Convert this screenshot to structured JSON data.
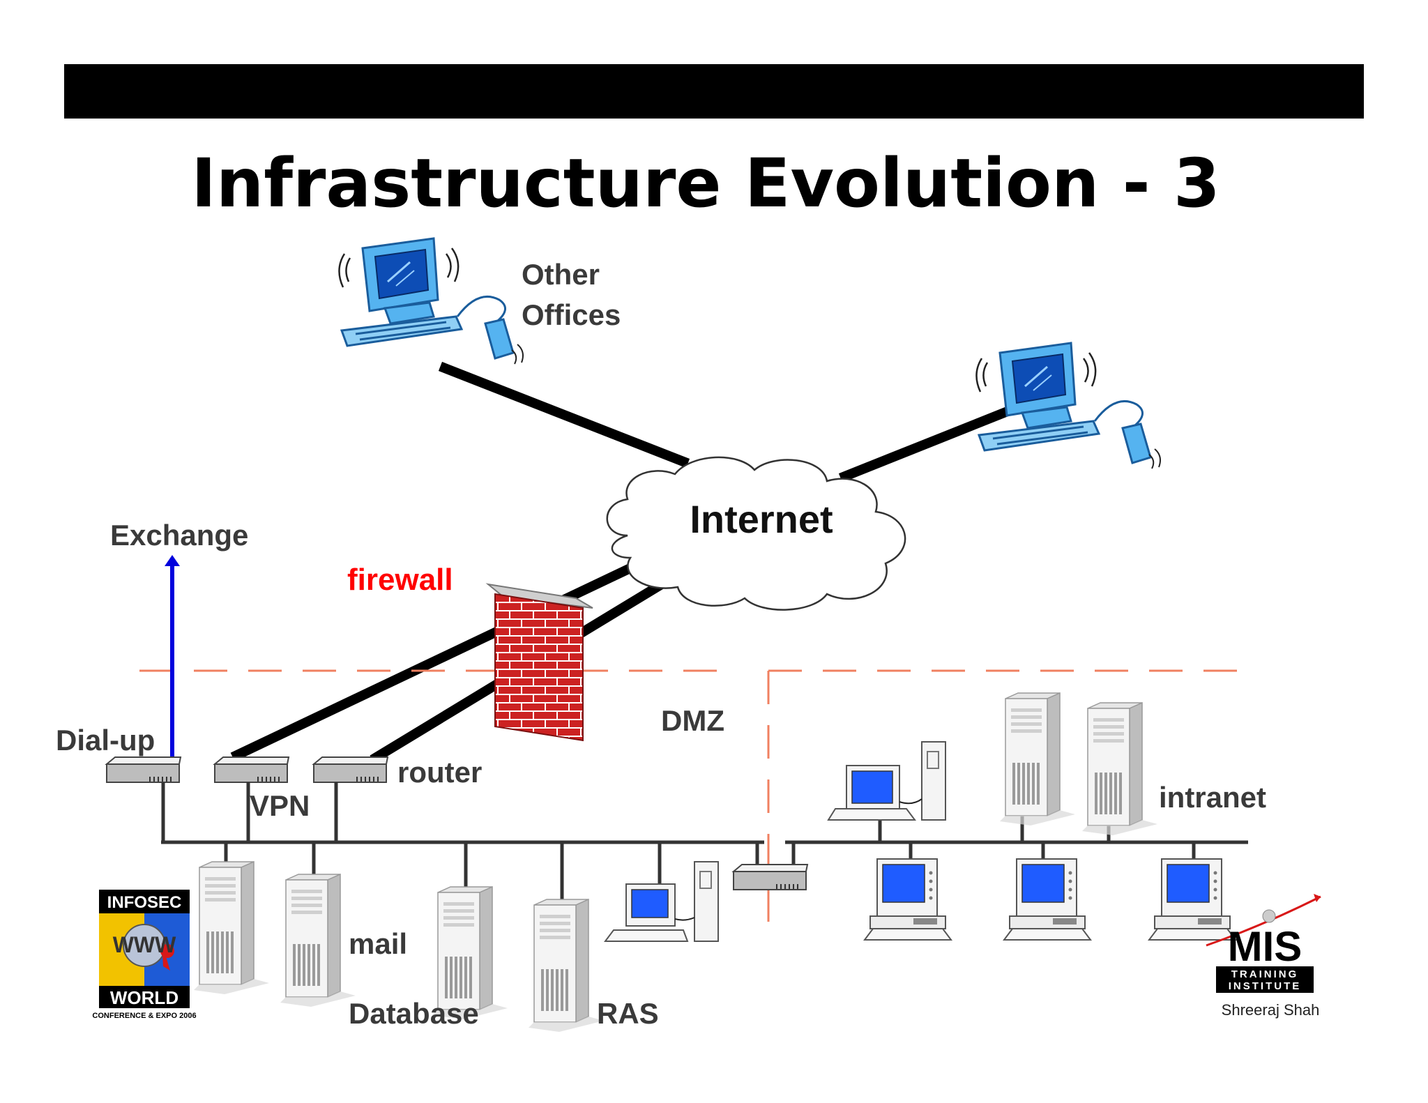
{
  "slide": {
    "title": "Infrastructure Evolution - 3"
  },
  "labels": {
    "other_offices_line1": "Other",
    "other_offices_line2": "Offices",
    "internet": "Internet",
    "exchange": "Exchange",
    "firewall": "firewall",
    "dmz": "DMZ",
    "dial_up": "Dial-up",
    "vpn": "VPN",
    "router": "router",
    "intranet": "intranet",
    "mail": "mail",
    "database": "Database",
    "ras": "RAS"
  },
  "logos": {
    "infosec_top": "INFOSEC",
    "infosec_mid": "WWW",
    "infosec_bottom": "WORLD",
    "infosec_sub": "CONFERENCE & EXPO 2006",
    "mis_main": "MIS",
    "mis_line1": "TRAINING",
    "mis_line2": "INSTITUTE",
    "author": "Shreeraj Shah"
  },
  "colors": {
    "header_bar": "#000000",
    "firewall_label": "#ff0000",
    "exchange_arrow": "#0000dd",
    "dmz_dashes": "#f08060",
    "network_line": "#000000",
    "monitor_screen": "#1f5cff",
    "brick": "#cc2222"
  }
}
